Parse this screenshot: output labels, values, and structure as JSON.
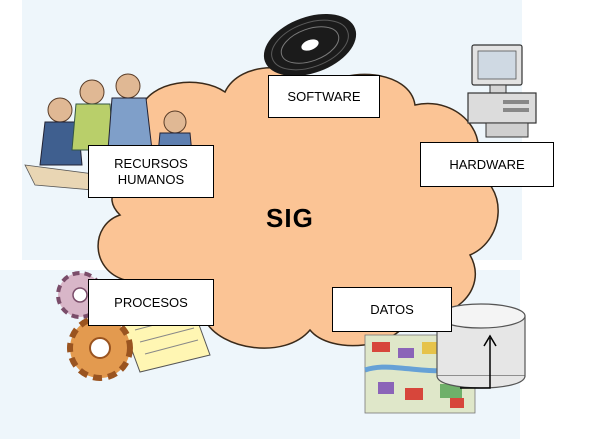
{
  "diagram": {
    "center_label": "SIG",
    "components": {
      "software": "SOFTWARE",
      "hardware": "HARDWARE",
      "recursos_humanos": "RECURSOS HUMANOS",
      "procesos": "PROCESOS",
      "datos": "DATOS"
    },
    "icons": {
      "software": "cd-disc-icon",
      "hardware": "desktop-computer-icon",
      "recursos_humanos": "people-meeting-icon",
      "procesos": "gears-document-icon",
      "datos": "database-map-icon"
    },
    "colors": {
      "cloud_fill": "#fbc495",
      "cloud_stroke": "#3a2a1a",
      "box_border": "#000000",
      "background_panel": "#eef6fb"
    }
  }
}
